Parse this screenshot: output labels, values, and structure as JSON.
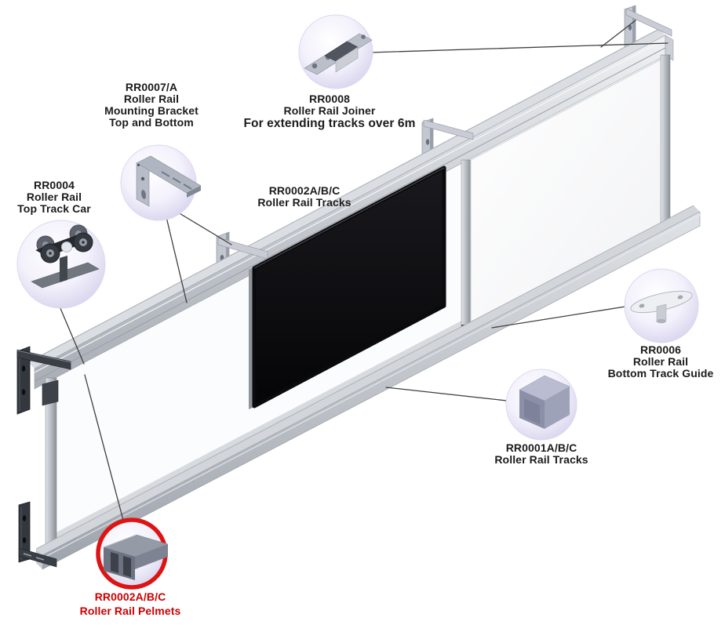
{
  "colors": {
    "label_text": "#1b1b1b",
    "highlight_text": "#cc0000",
    "highlight_ring": "#dd1414",
    "leader_line": "#3f3f3f",
    "bubble_fill_edge": "#cfcbe9",
    "metal_light": "#d7dade",
    "panel_black": "#0b0b0d"
  },
  "callouts": {
    "rr0007": {
      "icon": "mounting-bracket",
      "lines": [
        "RR0007/A",
        "Roller Rail",
        "Mounting Bracket",
        "Top and Bottom"
      ]
    },
    "rr0008": {
      "icon": "rail-joiner",
      "lines": [
        "RR0008",
        "Roller Rail Joiner",
        "For extending tracks over 6m"
      ]
    },
    "rr0004": {
      "icon": "top-track-car",
      "lines": [
        "RR0004",
        "Roller Rail",
        "Top Track Car"
      ]
    },
    "rr0002_tracks": {
      "lines": [
        "RR0002A/B/C",
        "Roller Rail Tracks"
      ]
    },
    "rr0006": {
      "icon": "bottom-track-guide",
      "lines": [
        "RR0006",
        "Roller Rail",
        "Bottom Track Guide"
      ]
    },
    "rr0001": {
      "icon": "rail-track-section",
      "lines": [
        "RR0001A/B/C",
        "Roller Rail Tracks"
      ]
    },
    "rr0002_pelmets": {
      "icon": "rail-pelmet",
      "highlighted": true,
      "lines": [
        "RR0002A/B/C",
        "Roller Rail Pelmets"
      ]
    }
  }
}
